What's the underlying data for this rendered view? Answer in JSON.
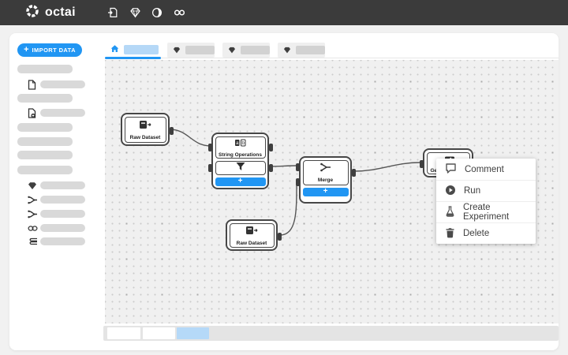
{
  "colors": {
    "accent": "#2196f3",
    "topbar_bg": "#3b3b3b",
    "canvas_bg": "#f0f0f0",
    "active_tab_fill": "#b5d8f7",
    "placeholder": "#d9d9d9",
    "node_border": "#474747",
    "port": "#3f3f3f",
    "scroll_segment_blue": "#b5d9f8"
  },
  "topbar": {
    "logo_text": "octai",
    "icons": [
      "document-export-icon",
      "gem-icon",
      "globe-icon",
      "infinity-icon"
    ]
  },
  "sidebar": {
    "import_button": {
      "plus": "+",
      "label": "IMPORT DATA"
    },
    "rows": [
      {
        "kind": "header",
        "chevron": "up"
      },
      {
        "kind": "item",
        "icon": "document-icon"
      },
      {
        "kind": "header",
        "chevron": "up"
      },
      {
        "kind": "item",
        "icon": "document-add-icon"
      },
      {
        "kind": "header",
        "chevron": "down"
      },
      {
        "kind": "header",
        "chevron": "down"
      },
      {
        "kind": "header",
        "chevron": "down"
      },
      {
        "kind": "header",
        "chevron": "up"
      },
      {
        "kind": "item",
        "icon": "gem-icon"
      },
      {
        "kind": "item",
        "icon": "split-icon"
      },
      {
        "kind": "item",
        "icon": "split-icon"
      },
      {
        "kind": "item",
        "icon": "link-icon"
      },
      {
        "kind": "item",
        "icon": "stack-icon"
      }
    ]
  },
  "tabs": {
    "active": {
      "icon": "home-icon"
    },
    "others": [
      {
        "icon": "gem-icon"
      },
      {
        "icon": "gem-icon"
      },
      {
        "icon": "gem-icon"
      }
    ]
  },
  "canvas": {
    "nodes": {
      "raw_dataset_1": {
        "label": "Raw Dataset",
        "icon": "dataset-icon"
      },
      "string_operations": {
        "label": "String Operations",
        "icon_letters": {
          "a": "a",
          "b": "b"
        },
        "filter_icon": "filter-icon",
        "add_label": "+"
      },
      "merge": {
        "label": "Merge",
        "icon": "merge-icon",
        "add_label": "+"
      },
      "raw_dataset_2": {
        "label": "Raw Dataset",
        "icon": "dataset-icon"
      },
      "generate": {
        "label": "Gen",
        "icon": "dataset-icon"
      }
    },
    "edges": [
      {
        "from": "raw_dataset_1",
        "to": "string_operations"
      },
      {
        "from": "string_operations",
        "to": "merge"
      },
      {
        "from": "merge",
        "to": "generate"
      },
      {
        "from": "raw_dataset_2",
        "to": "merge"
      }
    ],
    "context_menu": {
      "items": [
        {
          "icon": "comment-icon",
          "label": "Comment"
        },
        {
          "icon": "run-icon",
          "label": "Run"
        },
        {
          "icon": "experiment-icon",
          "label": "Create Experiment"
        },
        {
          "icon": "trash-icon",
          "label": "Delete"
        }
      ]
    }
  }
}
